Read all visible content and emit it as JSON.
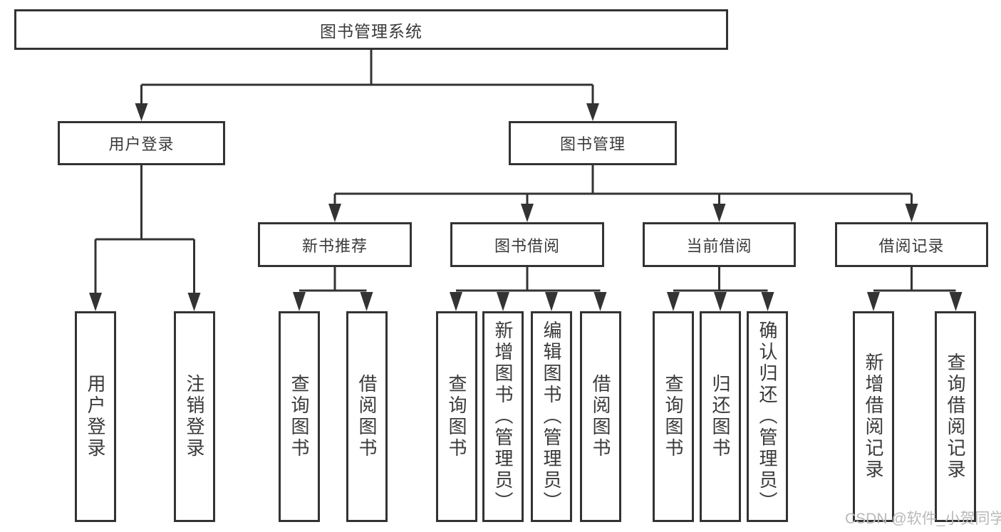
{
  "diagram": {
    "root": {
      "label": "图书管理系统"
    },
    "user_login": {
      "label": "用户登录",
      "children": [
        {
          "label": "用户登录"
        },
        {
          "label": "注销登录"
        }
      ]
    },
    "book_management": {
      "label": "图书管理",
      "sections": [
        {
          "label": "新书推荐",
          "children": [
            {
              "label": "查询图书"
            },
            {
              "label": "借阅图书"
            }
          ]
        },
        {
          "label": "图书借阅",
          "children": [
            {
              "label": "查询图书"
            },
            {
              "label": "新增图书（管理员）"
            },
            {
              "label": "编辑图书（管理员）"
            },
            {
              "label": "借阅图书"
            }
          ]
        },
        {
          "label": "当前借阅",
          "children": [
            {
              "label": "查询图书"
            },
            {
              "label": "归还图书"
            },
            {
              "label": "确认归还（管理员）"
            }
          ]
        },
        {
          "label": "借阅记录",
          "children": [
            {
              "label": "新增借阅记录"
            },
            {
              "label": "查询借阅记录"
            }
          ]
        }
      ]
    }
  },
  "watermark": {
    "text": "CSDN @软件_小贺同学"
  },
  "colors": {
    "line": "#333333",
    "text": "#3a3a3a",
    "box_bg": "#ffffff",
    "page_bg": "#ffffff",
    "watermark": "#b9b9b9"
  }
}
